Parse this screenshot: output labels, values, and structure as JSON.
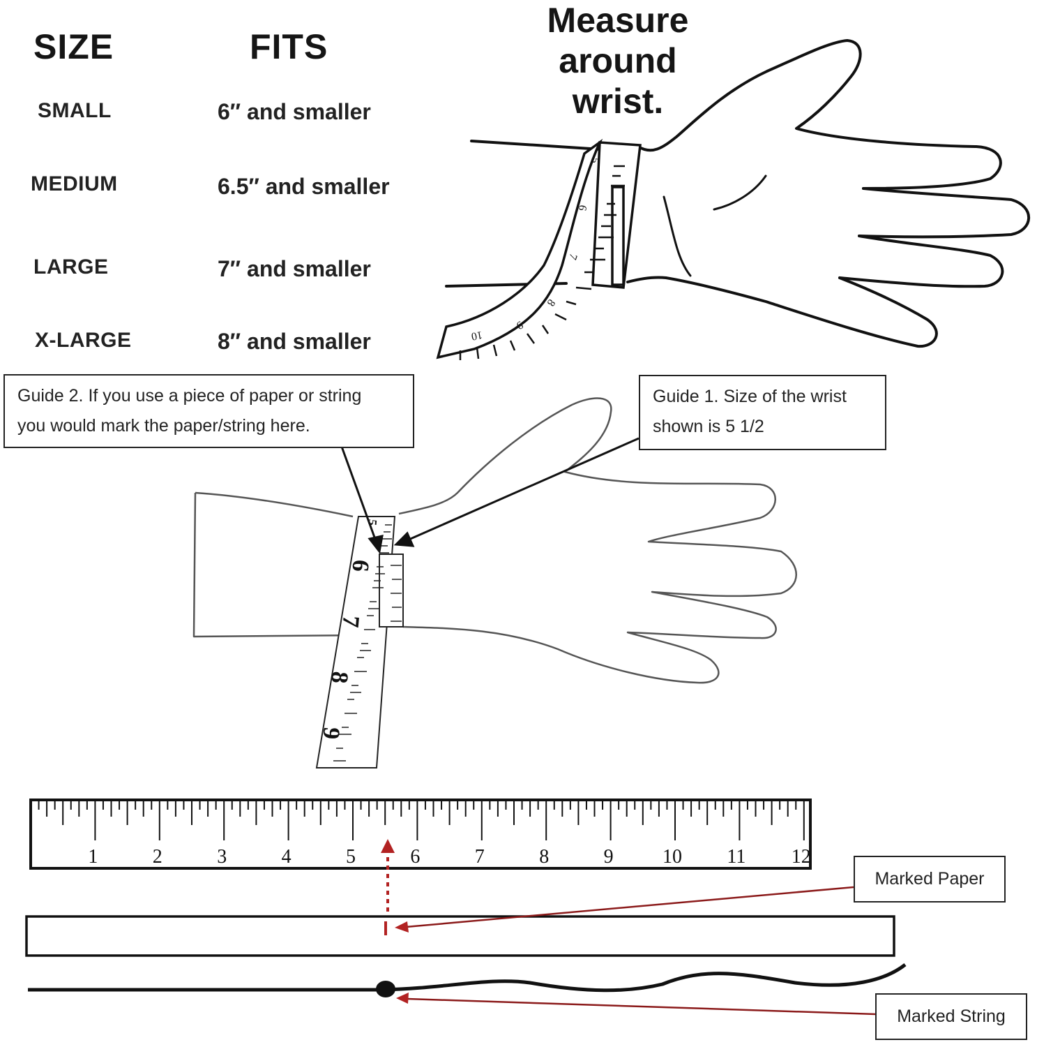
{
  "size_table": {
    "header_size": "SIZE",
    "header_fits": "FITS",
    "rows": [
      {
        "size": "SMALL",
        "fits": "6″ and smaller"
      },
      {
        "size": "MEDIUM",
        "fits": "6.5″ and smaller"
      },
      {
        "size": "LARGE",
        "fits": "7″ and smaller"
      },
      {
        "size": "X-LARGE",
        "fits": "8″ and smaller"
      }
    ]
  },
  "measure_title": [
    "Measure",
    "around",
    "wrist."
  ],
  "guides": {
    "guide2": [
      "Guide 2.  If you use a piece of paper or string",
      "you would mark the paper/string here."
    ],
    "guide1": [
      "Guide 1. Size of the wrist",
      "shown is 5 1/2"
    ]
  },
  "tape_labels_top": [
    "5",
    "6",
    "7",
    "8",
    "9",
    "10"
  ],
  "tape_labels_mid": [
    "5",
    "6",
    "7",
    "8",
    "9"
  ],
  "ruler_numbers": [
    "1",
    "2",
    "3",
    "4",
    "5",
    "6",
    "7",
    "8",
    "9",
    "10",
    "11",
    "12"
  ],
  "labels": {
    "marked_paper": "Marked Paper",
    "marked_string": "Marked String"
  },
  "colors": {
    "marker_red": "#b22222",
    "line": "#111111"
  }
}
